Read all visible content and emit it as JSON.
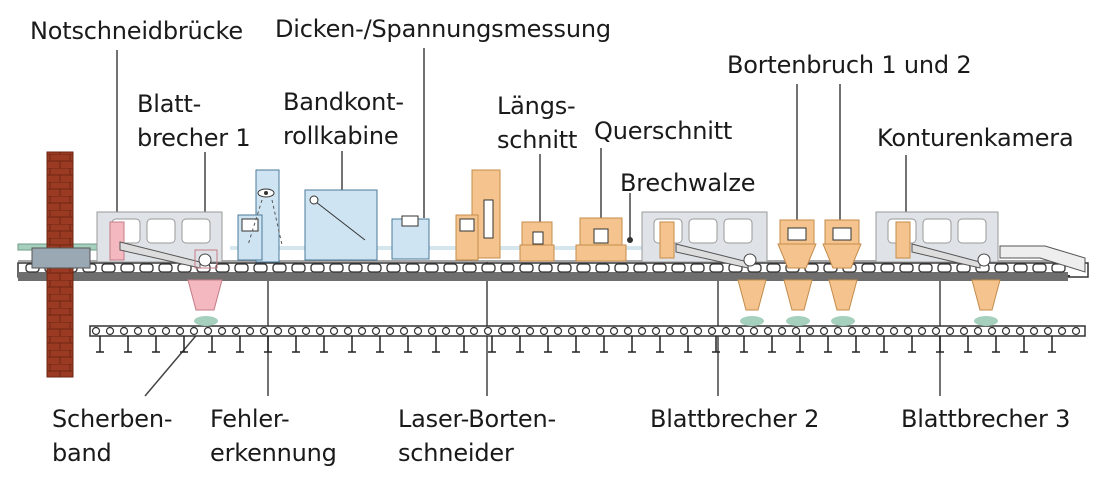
{
  "labels": {
    "notschneidbruecke": "Notschneidbrücke",
    "dicken_spannungsmessung": "Dicken-/Spannungsmessung",
    "blattbrecher1": [
      "Blatt-",
      "brecher 1"
    ],
    "bandkontrollkabine": [
      "Bandkont-",
      "rollkabine"
    ],
    "laengsschnitt": [
      "Längs-",
      "schnitt"
    ],
    "querschnitt": "Querschnitt",
    "brechwalze": "Brechwalze",
    "bortenbruch": "Bortenbruch 1 und 2",
    "konturenkamera": "Konturenkamera",
    "scherbenband": [
      "Scherben-",
      "band"
    ],
    "fehlererkennung": [
      "Fehler-",
      "erkennung"
    ],
    "laser_bortenschneider": [
      "Laser-Borten-",
      "schneider"
    ],
    "blattbrecher2": "Blattbrecher 2",
    "blattbrecher3": "Blattbrecher 3"
  },
  "colors": {
    "pillar": "#9b3a22",
    "conveyor_frame": "#333333",
    "enclosure": "#dfe3e8",
    "inspection": "#cfe4f2",
    "cutter": "#f5c48e",
    "scrap_pink": "#f4b8c0",
    "glass_green": "#a5d0be"
  }
}
